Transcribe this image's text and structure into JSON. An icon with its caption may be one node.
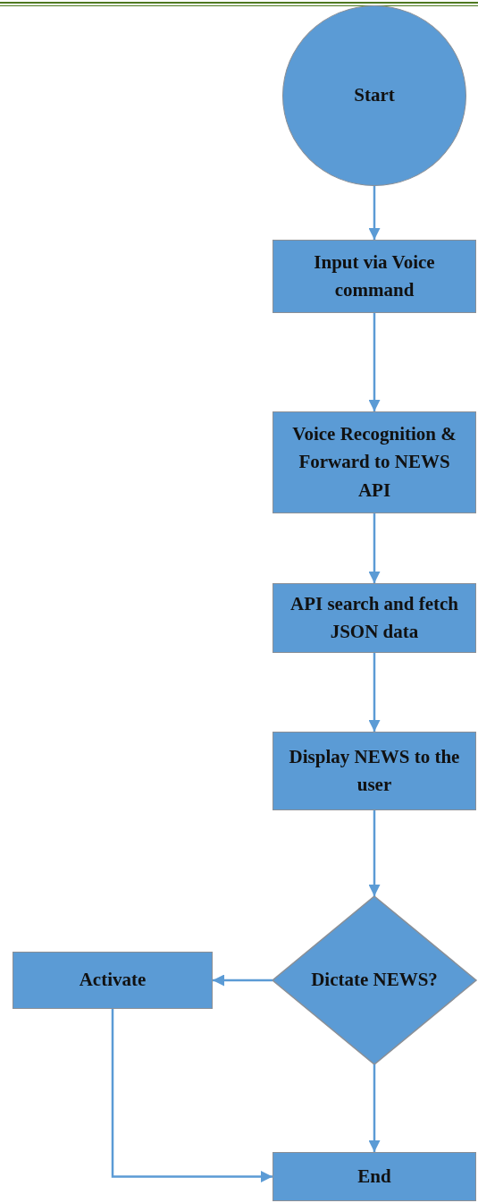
{
  "diagram": {
    "nodes": [
      {
        "text": [
          "Start"
        ]
      },
      {
        "text": [
          "Input via Voice command"
        ]
      },
      {
        "text": [
          "Voice Recognition & Forward to NEWS API"
        ]
      },
      {
        "text": [
          "API search and fetch JSON data"
        ]
      },
      {
        "text": [
          "Display NEWS to the user"
        ]
      },
      {
        "text": [
          "Dictate NEWS?"
        ]
      },
      {
        "text": [
          "Activate"
        ]
      },
      {
        "text": [
          "End"
        ]
      }
    ],
    "edges": [
      {
        "from": 0,
        "to": 1,
        "arrow": "to"
      },
      {
        "from": 1,
        "to": 2,
        "arrow": "to"
      },
      {
        "from": 2,
        "to": 3,
        "arrow": "to"
      },
      {
        "from": 3,
        "to": 4,
        "arrow": "to"
      },
      {
        "from": 4,
        "to": 5,
        "arrow": "to"
      },
      {
        "from": 5,
        "to": 6,
        "arrow": "to"
      },
      {
        "from": 5,
        "to": 7,
        "arrow": "to"
      },
      {
        "from": 6,
        "to": 7,
        "arrow": "to"
      }
    ]
  }
}
